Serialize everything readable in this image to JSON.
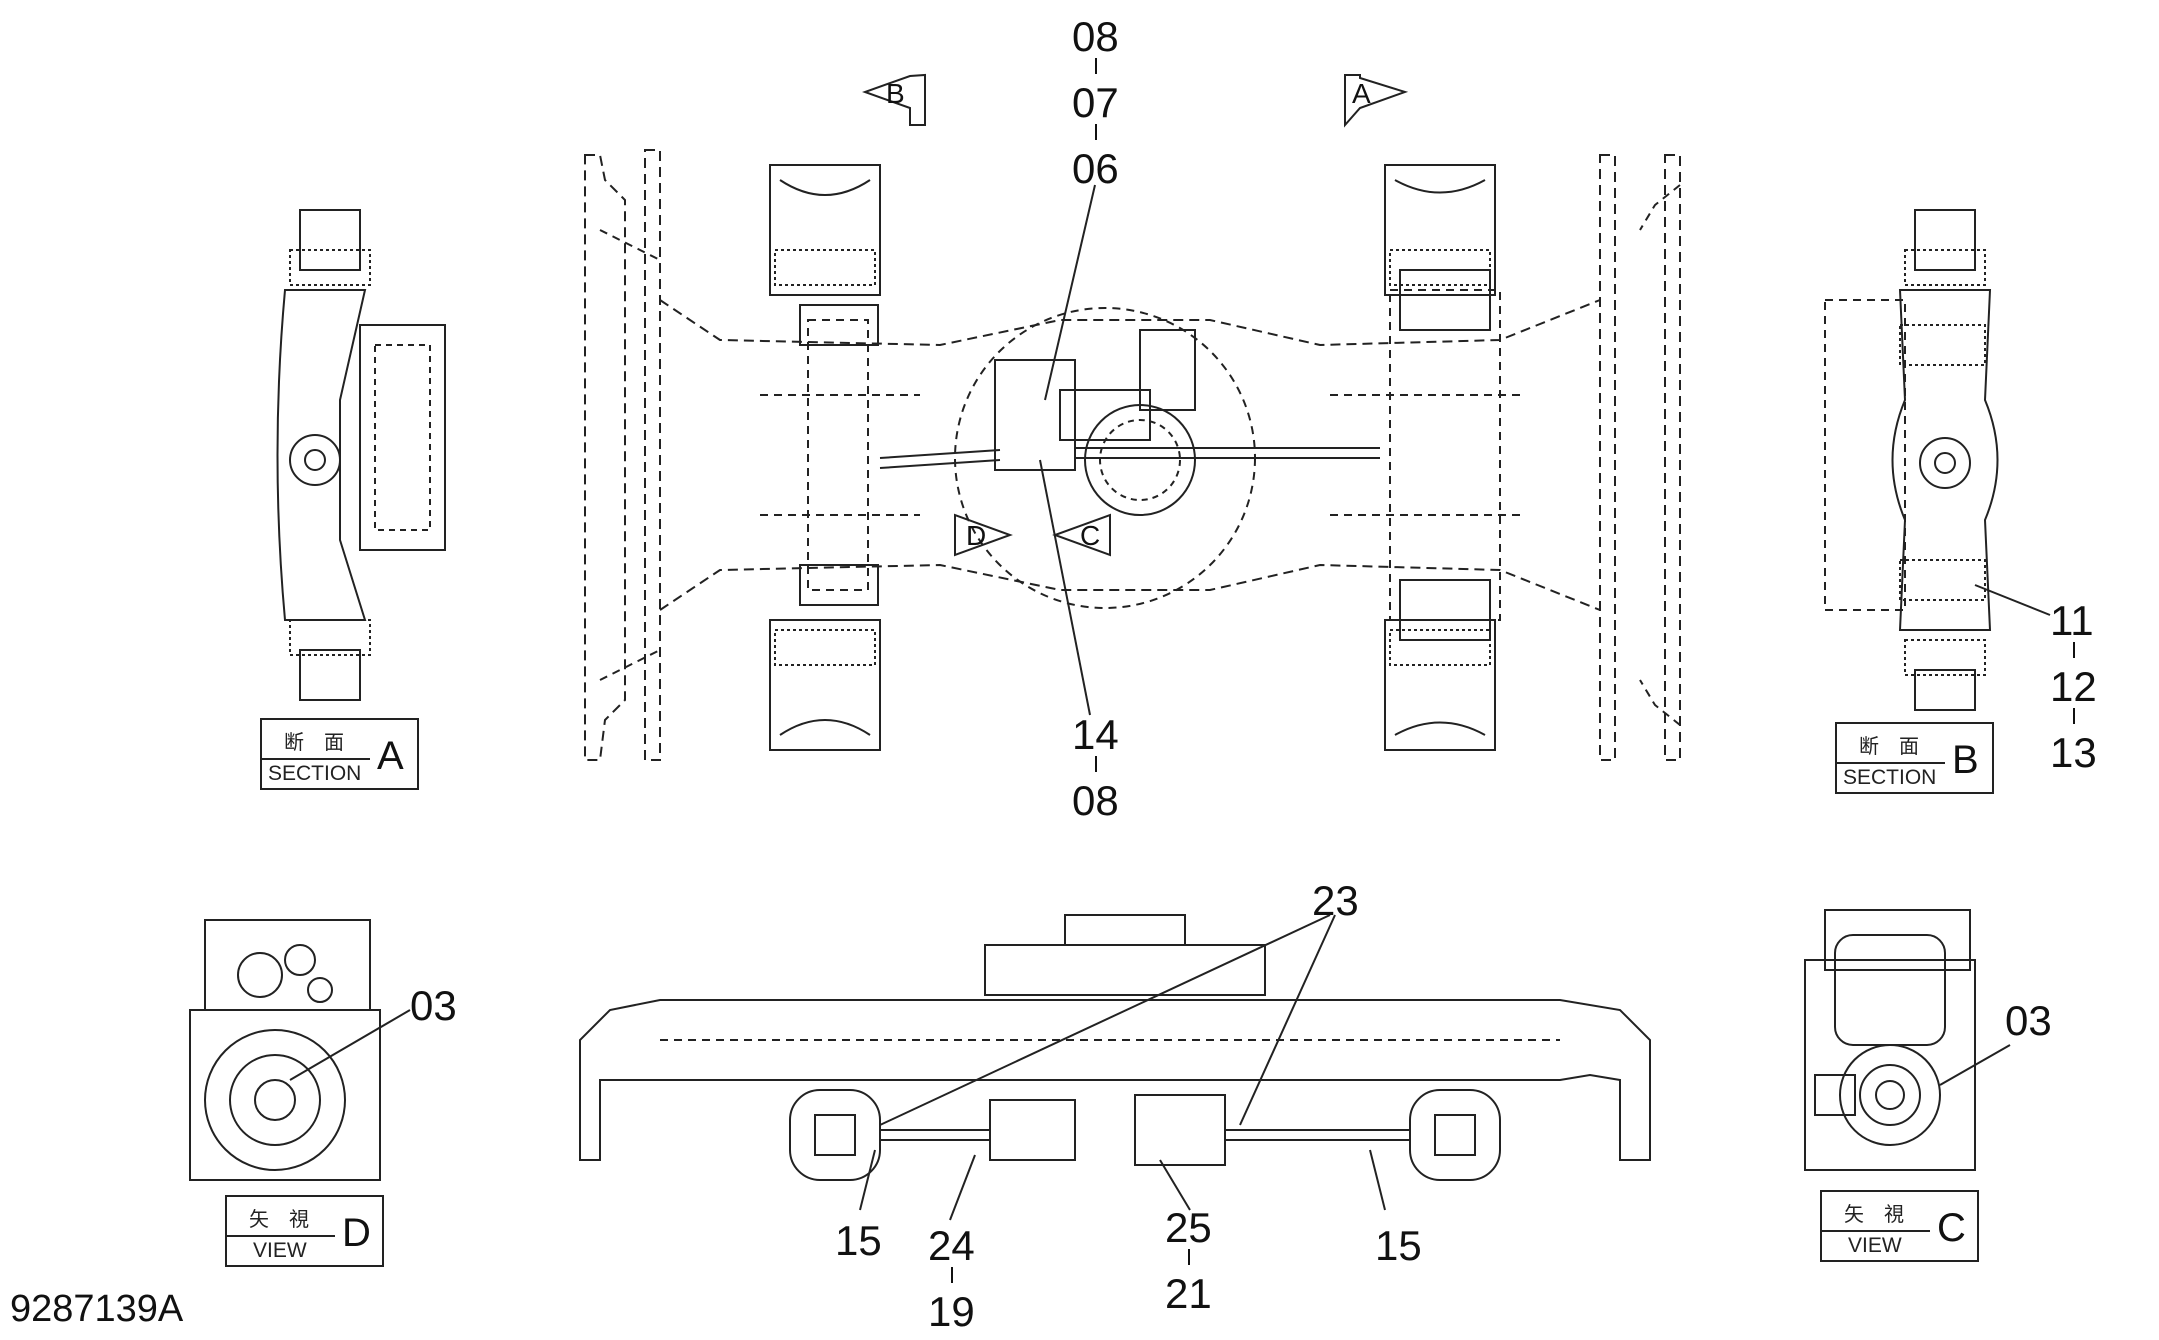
{
  "drawing": {
    "id": "9287139A",
    "part_callouts": {
      "c08a": "08",
      "c07": "07",
      "c06": "06",
      "c14": "14",
      "c08b": "08",
      "c11": "11",
      "c12": "12",
      "c13": "13",
      "c23": "23",
      "c03d": "03",
      "c03c": "03",
      "c15a": "15",
      "c24": "24",
      "c19": "19",
      "c25": "25",
      "c21": "21",
      "c15b": "15"
    },
    "view_arrows": {
      "a": "A",
      "b": "B",
      "c": "C",
      "d": "D"
    },
    "section_a": {
      "jp": "断　面",
      "en": "SECTION",
      "letter": "A"
    },
    "section_b": {
      "jp": "断　面",
      "en": "SECTION",
      "letter": "B"
    },
    "view_d": {
      "jp": "矢　視",
      "en": "VIEW",
      "letter": "D"
    },
    "view_c": {
      "jp": "矢　視",
      "en": "VIEW",
      "letter": "C"
    }
  }
}
